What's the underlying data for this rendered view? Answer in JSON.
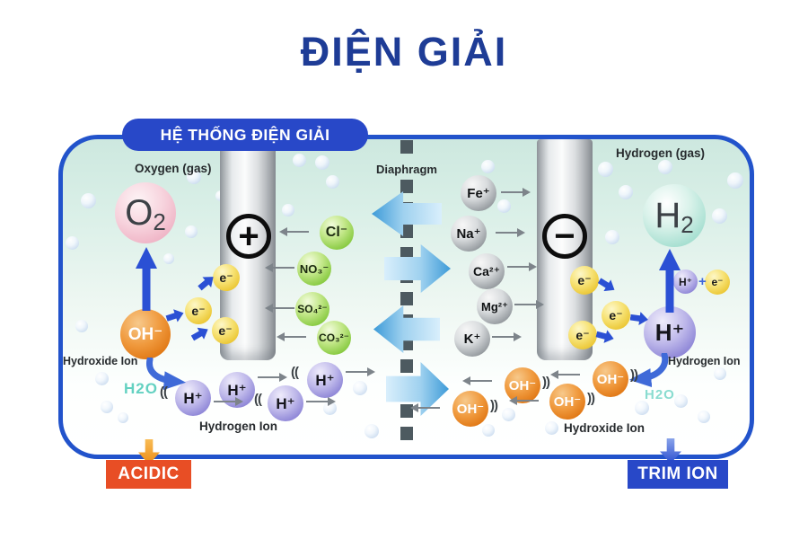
{
  "title": "ĐIỆN GIẢI",
  "system_badge": "HỆ THỐNG ĐIỆN GIẢI",
  "membrane": {
    "label": "Diaphragm"
  },
  "left_chamber": {
    "gas_label": "Oxygen (gas)",
    "gas": {
      "base": "O",
      "sub": "2"
    },
    "electrode_sign": "+",
    "hydroxide_symbol": "OH⁻",
    "hydroxide_label": "Hydroxide Ion",
    "electron_symbol": "e⁻",
    "water_label": "H2O",
    "hydrogen_symbol": "H⁺",
    "hydrogen_label": "Hydrogen Ion",
    "vibration_mark": "((",
    "bottom_badge": "ACIDIC"
  },
  "right_chamber": {
    "gas_label": "Hydrogen (gas)",
    "gas": {
      "base": "H",
      "sub": "2"
    },
    "electrode_sign": "−",
    "hydrogen_symbol": "H⁺",
    "hydrogen_label": "Hydrogen Ion",
    "electron_symbol": "e⁻",
    "plus_sign": "+",
    "water_label": "H2O",
    "hydroxide_symbol": "OH⁻",
    "hydroxide_label": "Hydroxide Ion",
    "vibration_mark": "))",
    "bottom_badge": "TRIM ION"
  },
  "anions": [
    "Cl⁻",
    "NO₃⁻",
    "SO₄²⁻",
    "CO₃²⁻"
  ],
  "cations": [
    "Fe⁺",
    "Na⁺",
    "Ca²⁺",
    "Mg²⁺",
    "K⁺"
  ],
  "colors": {
    "accent_blue": "#2848c8",
    "title_navy": "#1e3c96",
    "acidic_orange": "#e84e25",
    "water_teal": "#63d1c1",
    "arrow_blue": "#2b50d4"
  },
  "decor": {
    "bubbles": [
      [
        90,
        215,
        17
      ],
      [
        73,
        263,
        15
      ],
      [
        208,
        189,
        16
      ],
      [
        206,
        251,
        14
      ],
      [
        182,
        282,
        12
      ],
      [
        240,
        212,
        12
      ],
      [
        326,
        171,
        15
      ],
      [
        351,
        173,
        16
      ],
      [
        363,
        195,
        15
      ],
      [
        314,
        227,
        14
      ],
      [
        536,
        178,
        15
      ],
      [
        554,
        222,
        15
      ],
      [
        666,
        180,
        17
      ],
      [
        733,
        178,
        16
      ],
      [
        810,
        192,
        18
      ],
      [
        689,
        206,
        16
      ],
      [
        793,
        232,
        17
      ],
      [
        674,
        256,
        16
      ],
      [
        84,
        356,
        14
      ],
      [
        106,
        414,
        15
      ],
      [
        112,
        446,
        14
      ],
      [
        131,
        459,
        12
      ],
      [
        393,
        424,
        16
      ],
      [
        360,
        447,
        15
      ],
      [
        406,
        472,
        16
      ],
      [
        559,
        454,
        15
      ],
      [
        537,
        472,
        14
      ],
      [
        607,
        469,
        15
      ],
      [
        707,
        446,
        16
      ],
      [
        751,
        439,
        15
      ],
      [
        777,
        457,
        14
      ],
      [
        795,
        409,
        14
      ]
    ]
  }
}
